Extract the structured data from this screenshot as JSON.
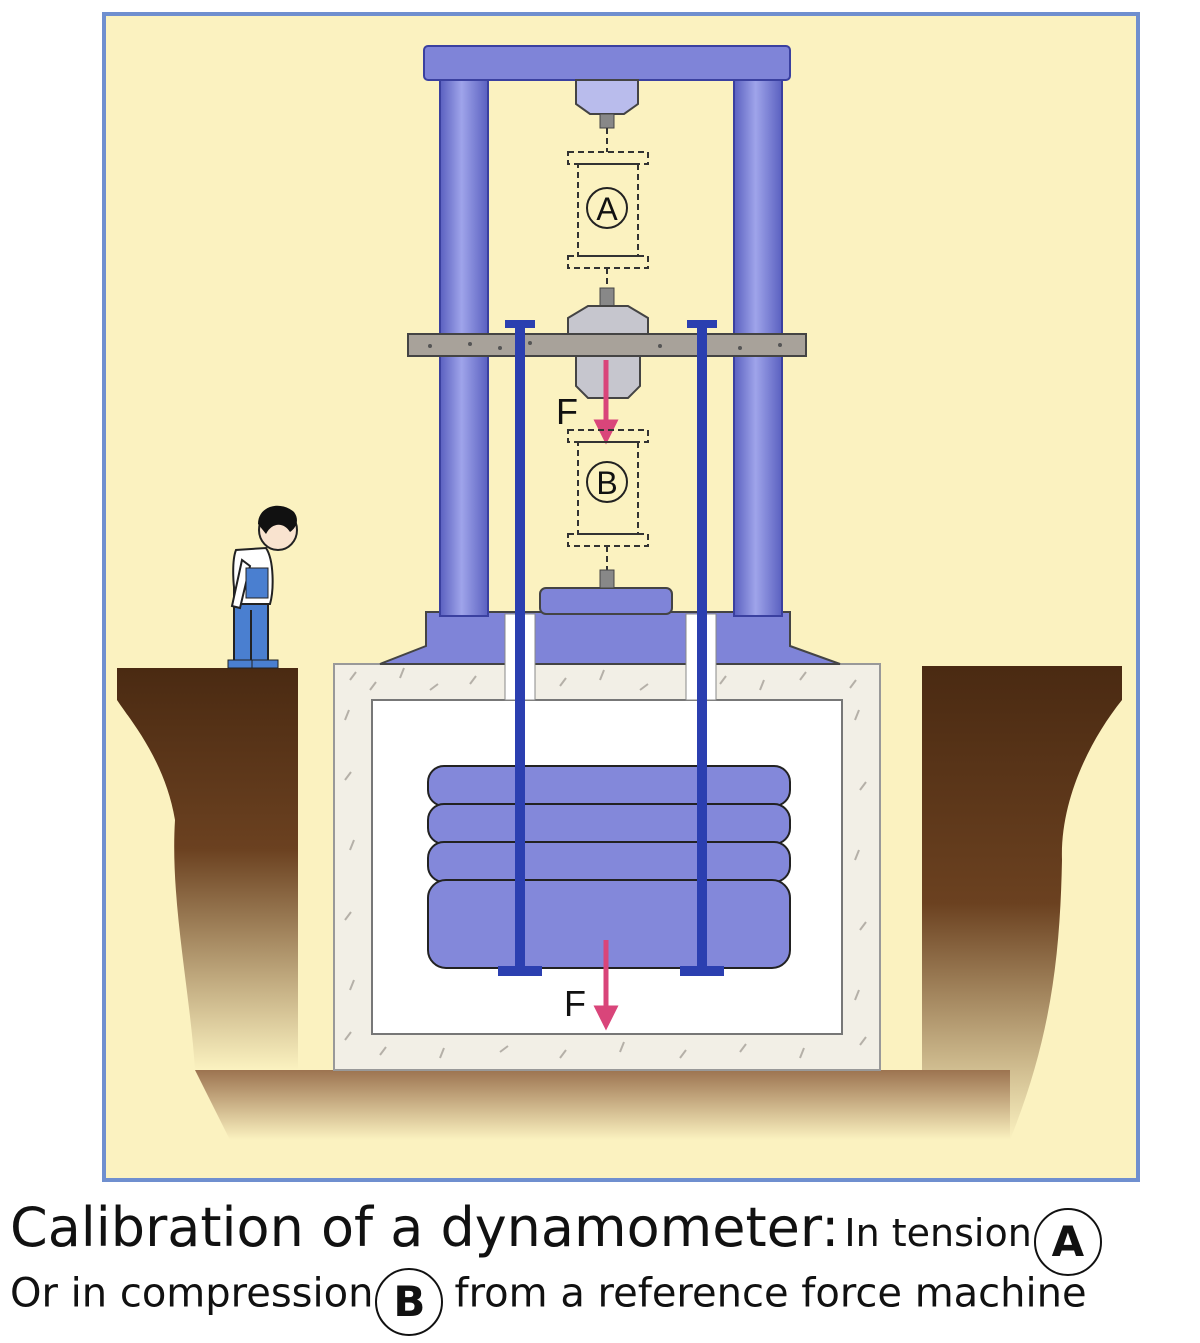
{
  "diagram": {
    "label_a": "A",
    "label_b": "B",
    "force_label_top": "F",
    "force_label_bottom": "F",
    "colors": {
      "background": "#FBF2C0",
      "frame_border": "#6F8FCF",
      "machine_blue": "#7F84D8",
      "column_blue": "#6C73D0",
      "rod_blue": "#2B3FB0",
      "force_arrow": "#D9457A",
      "soil_dark": "#4A2A12",
      "soil_light": "#B88A60",
      "concrete": "#F4F2EC",
      "crossbeam": "#A8A29A"
    },
    "icons": [
      "person-icon",
      "force-arrow-icon"
    ]
  },
  "caption": {
    "line1_main": "Calibration of a dynamometer:",
    "line1_small": "In tension",
    "line1_badge": "A",
    "line2_start": "Or in compression",
    "line2_badge": "B",
    "line2_end": "from a reference force machine"
  }
}
